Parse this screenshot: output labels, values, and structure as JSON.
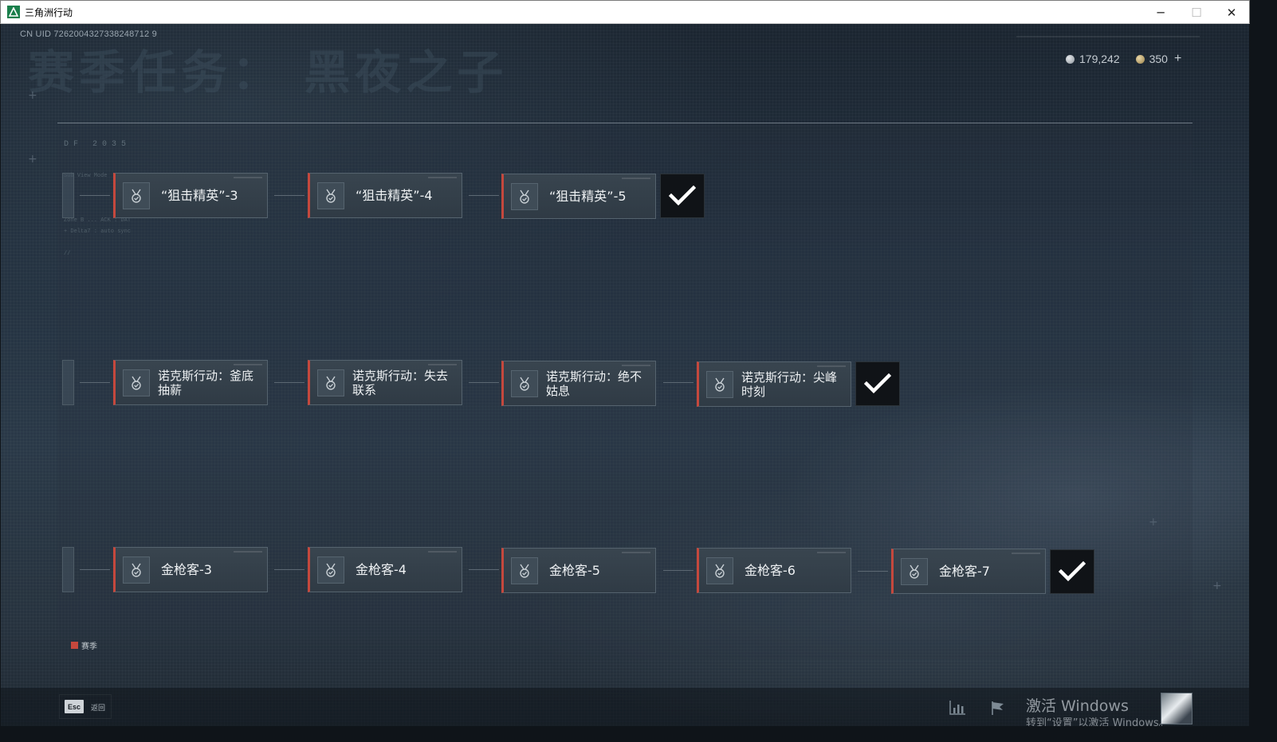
{
  "window": {
    "title": "三角洲行动",
    "minimize": "─",
    "maximize": "☐",
    "close": "✕"
  },
  "hud": {
    "uid": "CN UID 7262004327338248712 9",
    "page_title": "赛季任务： 黑夜之子",
    "currency_silver": "179,242",
    "currency_gold": "350",
    "add_symbol": "+"
  },
  "panel": {
    "code": "DF 2035",
    "deco_1": "Sub View Mode",
    "deco_2": "Zone B ... ACK : DAT",
    "deco_3": "+ Delta7 : auto sync",
    "deco_4": "//"
  },
  "chains": [
    {
      "tasks": [
        {
          "label": "“狙击精英”-3"
        },
        {
          "label": "“狙击精英”-4"
        },
        {
          "label": "“狙击精英”-5"
        }
      ]
    },
    {
      "tasks": [
        {
          "label": "诺克斯行动：釜底抽薪"
        },
        {
          "label": "诺克斯行动：失去联系"
        },
        {
          "label": "诺克斯行动：绝不姑息"
        },
        {
          "label": "诺克斯行动：尖峰时刻"
        }
      ]
    },
    {
      "tasks": [
        {
          "label": "金枪客-3"
        },
        {
          "label": "金枪客-4"
        },
        {
          "label": "金枪客-5"
        },
        {
          "label": "金枪客-6"
        },
        {
          "label": "金枪客-7"
        }
      ]
    }
  ],
  "legend": {
    "season": "赛季"
  },
  "bottom": {
    "esc_key": "Esc",
    "back_label": "返回",
    "activate_line1": "激活 Windows",
    "activate_line2": "转到“设置”以激活 Windows。"
  },
  "icons": {
    "task": "medal-icon",
    "done": "checkmark-icon",
    "stats": "bar-chart-icon",
    "flag": "flag-icon"
  },
  "colors": {
    "accent_red": "#c5483d",
    "card_bg": "#3a4650",
    "check_bg": "#101317"
  }
}
